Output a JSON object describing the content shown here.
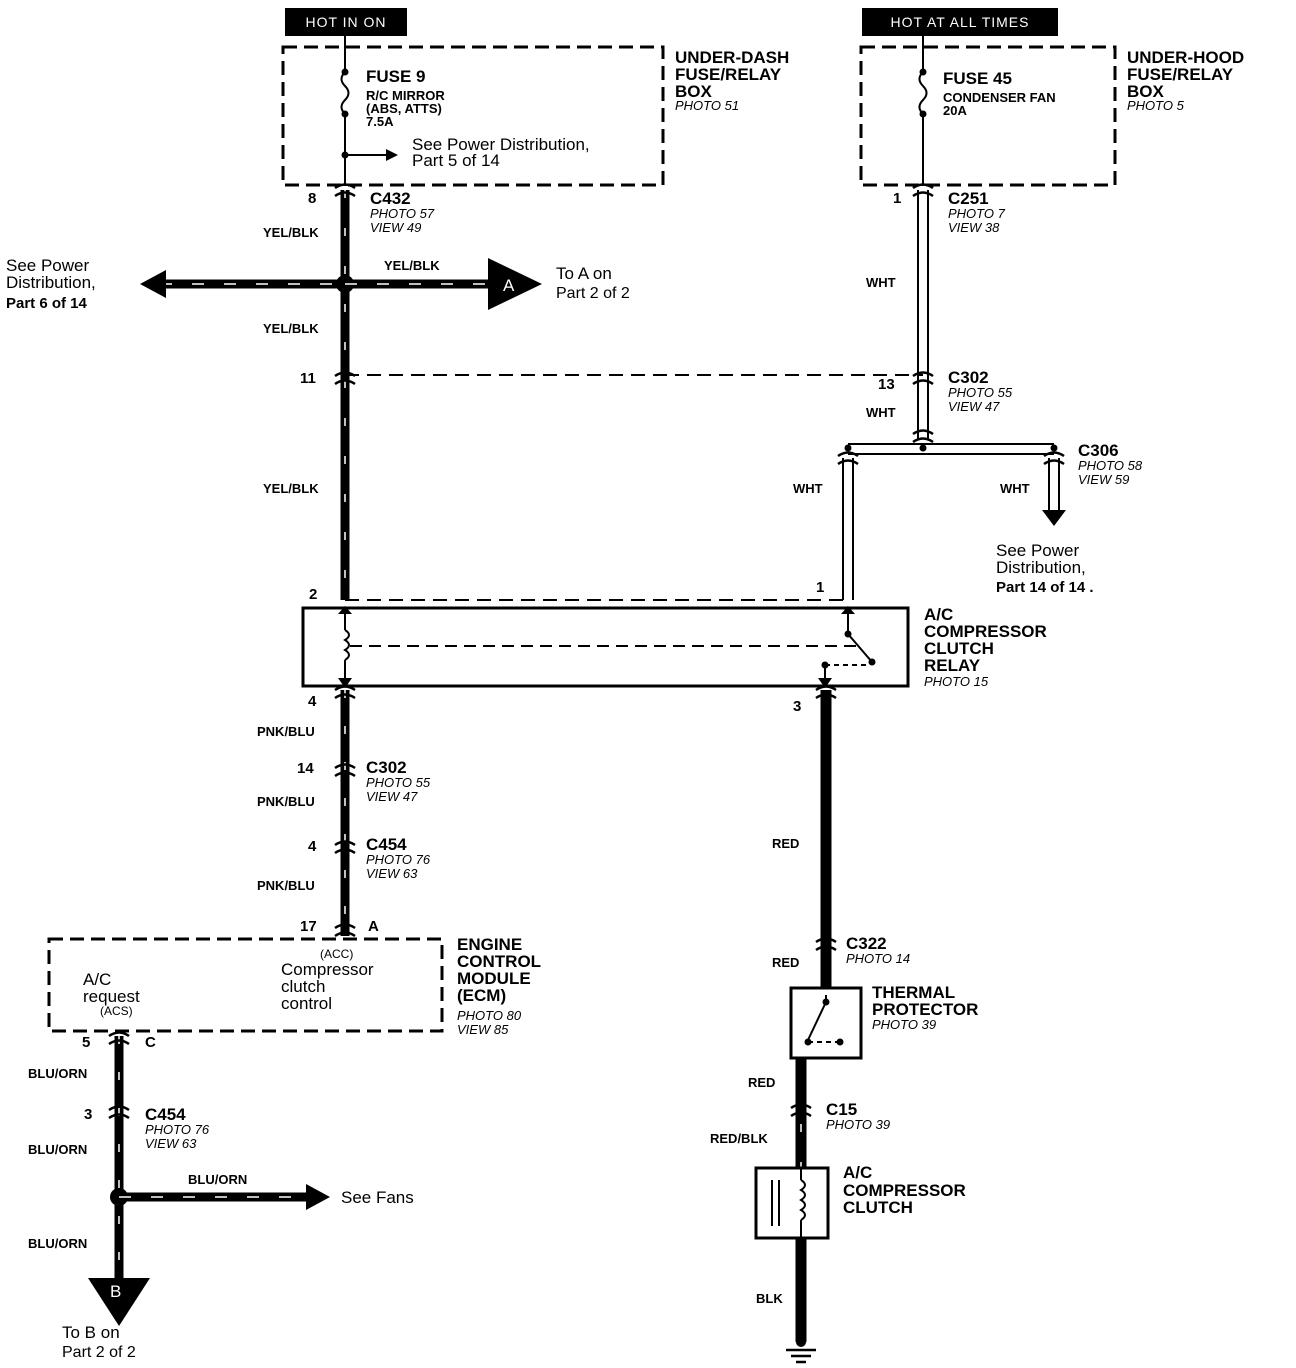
{
  "sources": {
    "left_tag": "HOT IN ON",
    "right_tag": "HOT AT ALL TIMES"
  },
  "underdash_box": {
    "title": [
      "UNDER-DASH",
      "FUSE/RELAY",
      "BOX"
    ],
    "photo": "PHOTO 51",
    "fuse_name": "FUSE 9",
    "fuse_desc": [
      "R/C MIRROR",
      "(ABS, ATTS)",
      "7.5A"
    ],
    "see_ref": [
      "See Power Distribution,",
      "Part 5 of 14"
    ]
  },
  "underhood_box": {
    "title": [
      "UNDER-HOOD",
      "FUSE/RELAY",
      "BOX"
    ],
    "photo": "PHOTO 5",
    "fuse_name": "FUSE 45",
    "fuse_desc": [
      "CONDENSER FAN",
      "20A"
    ]
  },
  "connectors": {
    "c432": {
      "pin": "8",
      "name": "C432",
      "photo": "PHOTO 57",
      "view": "VIEW 49"
    },
    "c251": {
      "pin": "1",
      "name": "C251",
      "photo": "PHOTO 7",
      "view": "VIEW 38"
    },
    "c302_top": {
      "pin_left": "11",
      "pin_right": "13",
      "name": "C302",
      "photo": "PHOTO 55",
      "view": "VIEW 47"
    },
    "c306": {
      "name": "C306",
      "photo": "PHOTO 58",
      "view": "VIEW 59"
    },
    "c302_low": {
      "pin": "14",
      "name": "C302",
      "photo": "PHOTO 55",
      "view": "VIEW 47"
    },
    "c454_top": {
      "pin": "4",
      "name": "C454",
      "photo": "PHOTO 76",
      "view": "VIEW 63"
    },
    "c322": {
      "name": "C322",
      "photo": "PHOTO 14"
    },
    "c15": {
      "name": "C15",
      "photo": "PHOTO 39"
    },
    "c454_low": {
      "pin": "3",
      "name": "C454",
      "photo": "PHOTO 76",
      "view": "VIEW 63"
    }
  },
  "wires": {
    "yelblk": "YEL/BLK",
    "wht": "WHT",
    "pnkblu": "PNK/BLU",
    "red": "RED",
    "redblk": "RED/BLK",
    "blk": "BLK",
    "bluorn": "BLU/ORN"
  },
  "refs": {
    "left_pd": [
      "See Power",
      "Distribution,",
      "Part 6 of 14"
    ],
    "to_a": [
      "To A on",
      "Part 2 of 2"
    ],
    "a_label": "A",
    "right_pd": [
      "See Power",
      "Distribution,",
      "Part 14 of 14 ."
    ],
    "see_fans": "See Fans",
    "b_label": "B",
    "to_b": [
      "To B on",
      "Part 2 of 2"
    ]
  },
  "relay": {
    "title": [
      "A/C",
      "COMPRESSOR",
      "CLUTCH",
      "RELAY"
    ],
    "photo": "PHOTO 15",
    "pins": {
      "p1": "1",
      "p2": "2",
      "p3": "3",
      "p4": "4"
    }
  },
  "ecm": {
    "title": [
      "ENGINE",
      "CONTROL",
      "MODULE",
      "(ECM)"
    ],
    "photo": "PHOTO 80",
    "view": "VIEW 85",
    "pin_top": "17",
    "pin_top_letter": "A",
    "pin_bottom": "5",
    "pin_bottom_letter": "C",
    "acc_code": "(ACC)",
    "acc_desc": [
      "Compressor",
      "clutch",
      "control"
    ],
    "acs_desc": [
      "A/C",
      "request"
    ],
    "acs_code": "(ACS)"
  },
  "thermal": {
    "title": [
      "THERMAL",
      "PROTECTOR"
    ],
    "photo": "PHOTO 39"
  },
  "clutch": {
    "title": [
      "A/C",
      "COMPRESSOR",
      "CLUTCH"
    ]
  }
}
